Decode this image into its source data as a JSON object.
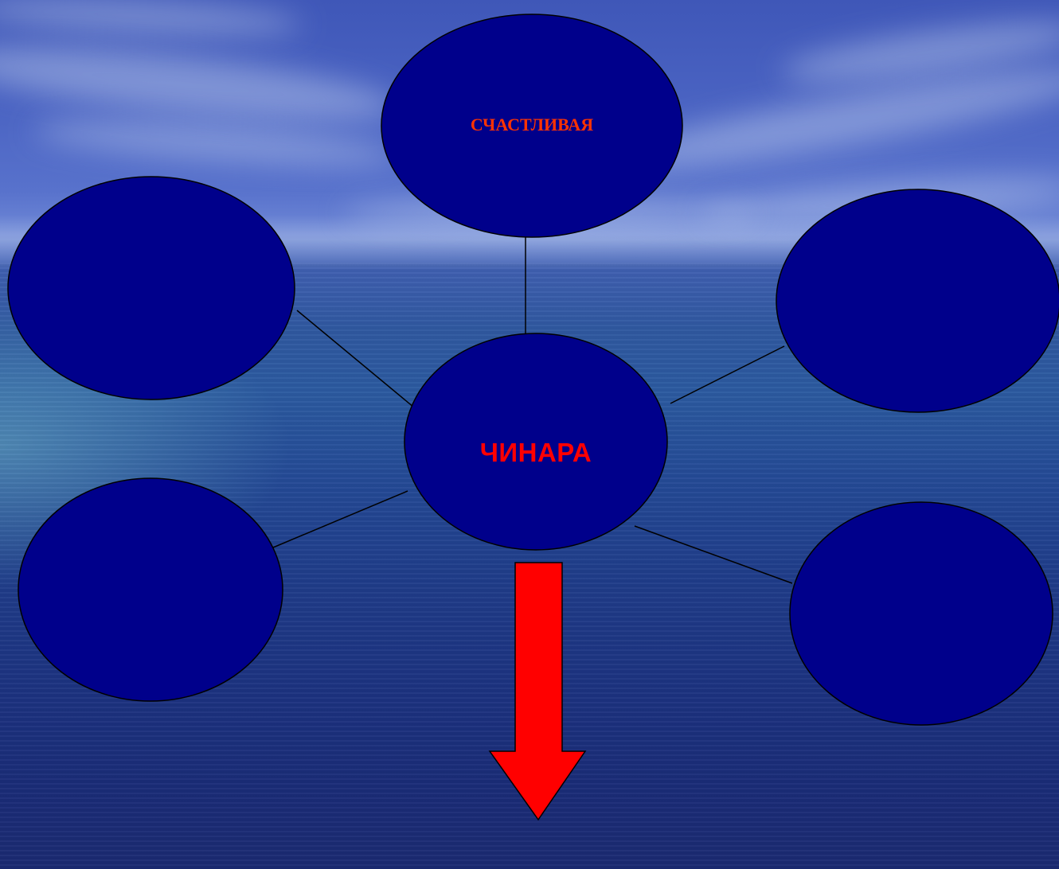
{
  "diagram": {
    "type": "cluster",
    "center_node": {
      "label": "ЧИНАРА",
      "text_color": "#ff0000"
    },
    "satellite_nodes": [
      {
        "id": "top",
        "label": "СЧАСТЛИВАЯ",
        "text_color": "#ff3300"
      },
      {
        "id": "upper-left",
        "label": ""
      },
      {
        "id": "upper-right",
        "label": ""
      },
      {
        "id": "lower-left",
        "label": ""
      },
      {
        "id": "lower-right",
        "label": ""
      }
    ],
    "node_fill_color": "#00008b",
    "arrow": {
      "direction": "down",
      "color": "#ff0000"
    }
  }
}
